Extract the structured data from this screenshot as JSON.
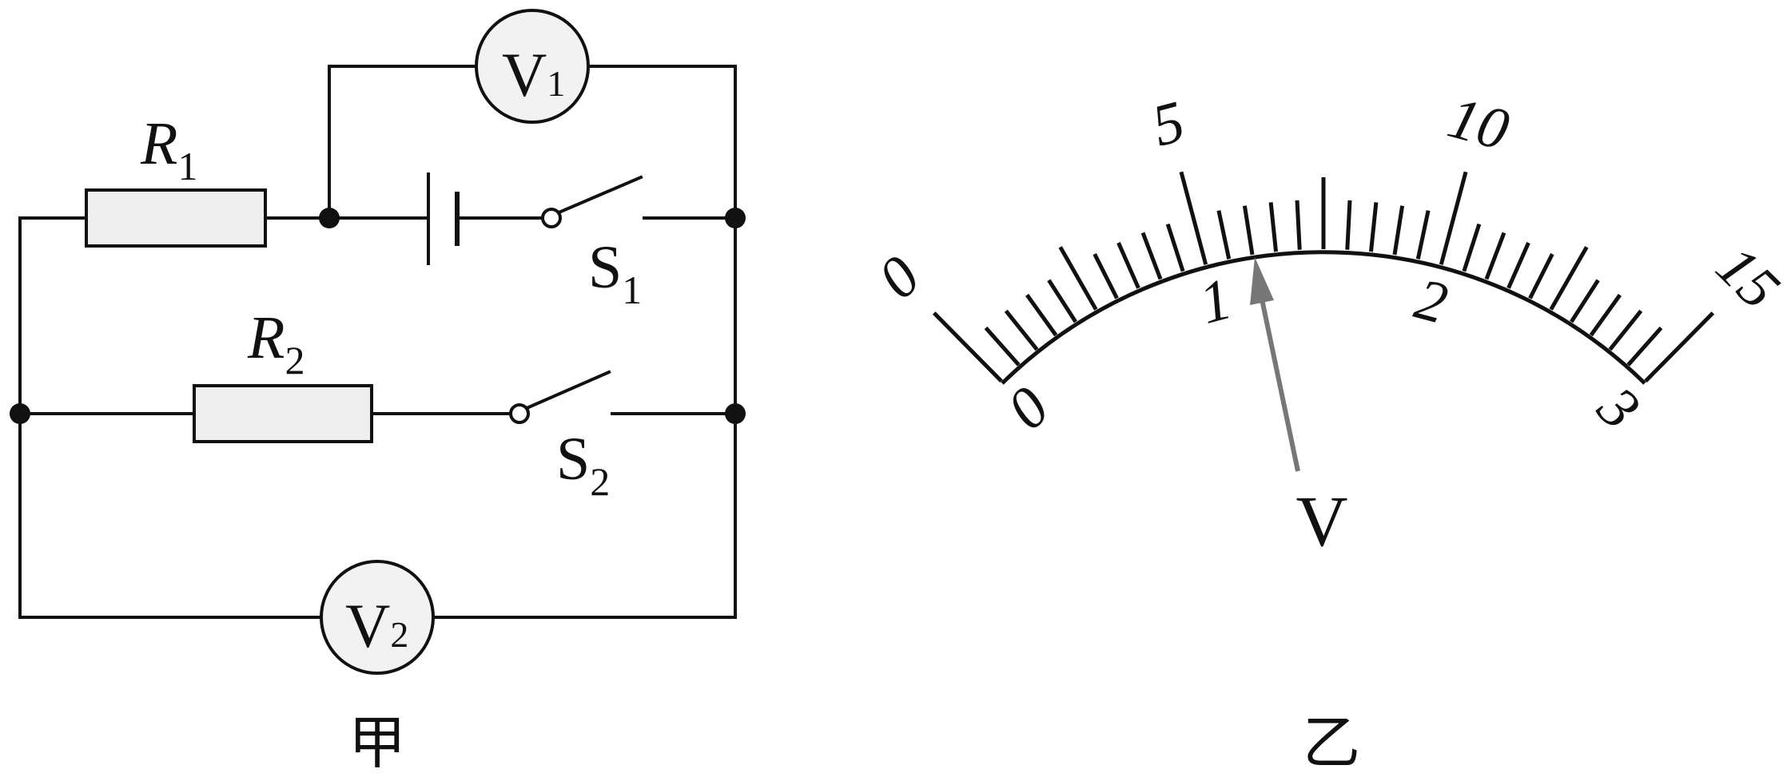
{
  "circuit": {
    "caption": "甲",
    "resistor1": {
      "symbol": "R",
      "subscript": "1"
    },
    "resistor2": {
      "symbol": "R",
      "subscript": "2"
    },
    "switch1": {
      "symbol": "S",
      "subscript": "1"
    },
    "switch2": {
      "symbol": "S",
      "subscript": "2"
    },
    "voltmeter1": {
      "symbol": "V",
      "subscript": "1"
    },
    "voltmeter2": {
      "symbol": "V",
      "subscript": "2"
    }
  },
  "meter": {
    "caption": "乙",
    "unit": "V",
    "outer_scale": {
      "min": 0,
      "max": 15,
      "labels": [
        "0",
        "5",
        "10",
        "15"
      ]
    },
    "inner_scale": {
      "min": 0,
      "max": 3,
      "labels": [
        "0",
        "1",
        "2",
        "3"
      ]
    },
    "divisions": 30,
    "needle_inner_value": 1.2
  }
}
